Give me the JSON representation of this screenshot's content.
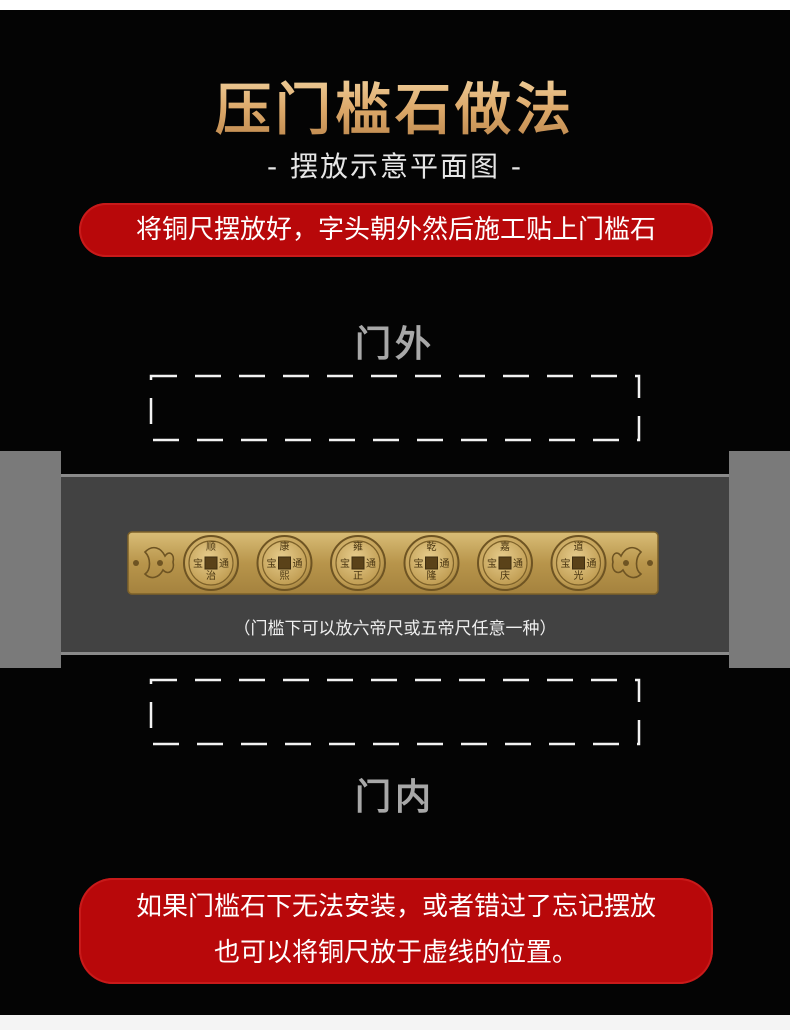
{
  "title": "压门槛石做法",
  "subtitle": "- 摆放示意平面图 -",
  "instruction": "将铜尺摆放好，字头朝外然后施工贴上门槛石",
  "outside_label": "门外",
  "inside_label": "门内",
  "ruler_caption": "（门槛下可以放六帝尺或五帝尺任意一种）",
  "ruler_coins": [
    {
      "top": "顺",
      "right": "通",
      "bottom": "治",
      "left": "宝"
    },
    {
      "top": "康",
      "right": "通",
      "bottom": "熙",
      "left": "宝"
    },
    {
      "top": "雍",
      "right": "通",
      "bottom": "正",
      "left": "宝"
    },
    {
      "top": "乾",
      "right": "通",
      "bottom": "隆",
      "left": "宝"
    },
    {
      "top": "嘉",
      "right": "通",
      "bottom": "庆",
      "left": "宝"
    },
    {
      "top": "道",
      "right": "通",
      "bottom": "光",
      "left": "宝"
    }
  ],
  "note_lines": [
    "如果门槛石下无法安装，或者错过了忘记摆放",
    "也可以将铜尺放于虚线的位置。"
  ],
  "colors": {
    "background": "#040404",
    "title_gold": "#e3b577",
    "pill_red": "#b8080a",
    "threshold_gray": "#424242",
    "post_gray": "#7a7a7a",
    "brass": "#c8a659"
  }
}
